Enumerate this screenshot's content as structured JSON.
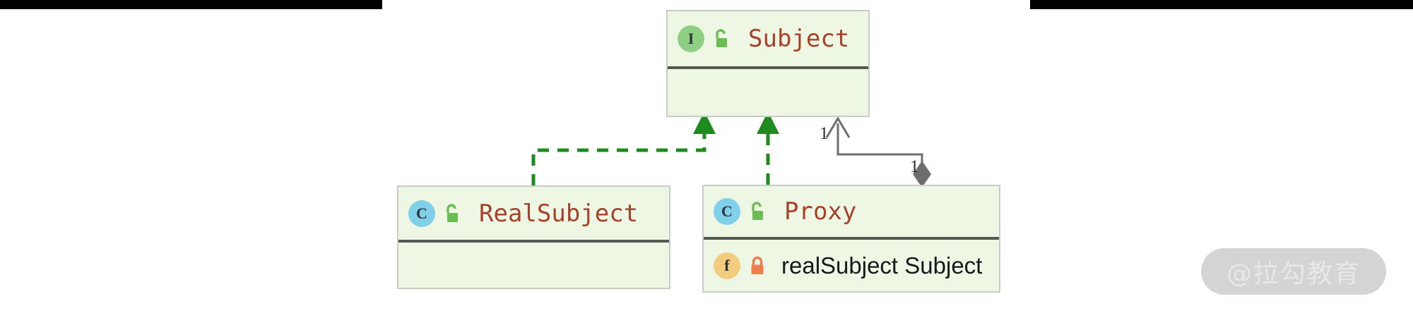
{
  "diagram": {
    "type": "uml-class-diagram",
    "pattern": "Proxy",
    "background_color": "#ffffff",
    "box_fill": "#edf7e3",
    "box_border": "#c9cbc7",
    "divider_color": "#555753",
    "class_name_color": "#a8412a",
    "realization_color": "#1f8a1f",
    "association_color": "#555753"
  },
  "classes": {
    "subject": {
      "name": "Subject",
      "kind_badge": "I",
      "kind_badge_color": "#8fcf83",
      "visibility_icon": "unlocked-padlock-icon",
      "visibility": "public",
      "members": []
    },
    "real_subject": {
      "name": "RealSubject",
      "kind_badge": "C",
      "kind_badge_color": "#7fd0e8",
      "visibility_icon": "unlocked-padlock-icon",
      "visibility": "public",
      "members": []
    },
    "proxy": {
      "name": "Proxy",
      "kind_badge": "C",
      "kind_badge_color": "#7fd0e8",
      "visibility_icon": "unlocked-padlock-icon",
      "visibility": "public",
      "members": [
        {
          "badge": "f",
          "badge_color": "#f2cd7e",
          "visibility_icon": "locked-padlock-icon",
          "visibility": "private",
          "text": "realSubject  Subject"
        }
      ]
    }
  },
  "relationships": {
    "realization_real_subject": {
      "from": "RealSubject",
      "to": "Subject",
      "style": "dashed",
      "arrow": "closed-triangle",
      "color": "#1f8a1f"
    },
    "realization_proxy": {
      "from": "Proxy",
      "to": "Subject",
      "style": "dashed",
      "arrow": "closed-triangle",
      "color": "#1f8a1f"
    },
    "composition_proxy_subject": {
      "from": "Proxy",
      "to": "Subject",
      "style": "solid",
      "arrow": "open-arrow",
      "source_decoration": "filled-diamond",
      "source_multiplicity": "1",
      "target_multiplicity": "1",
      "color": "#555753"
    }
  },
  "watermark": {
    "text": "@拉勾教育"
  }
}
